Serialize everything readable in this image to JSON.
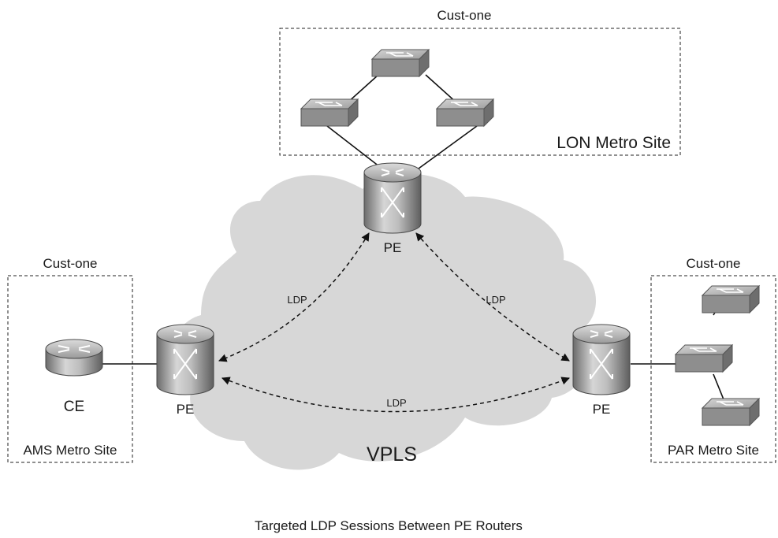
{
  "vpls_label": "VPLS",
  "caption": "Targeted LDP Sessions Between PE Routers",
  "sites": {
    "lon": {
      "customer": "Cust-one",
      "name": "LON Metro Site"
    },
    "ams": {
      "customer": "Cust-one",
      "name": "AMS Metro Site"
    },
    "par": {
      "customer": "Cust-one",
      "name": "PAR Metro Site"
    }
  },
  "devices": {
    "pe_lon": "PE",
    "pe_ams": "PE",
    "pe_par": "PE",
    "ce_ams": "CE"
  },
  "sessions": {
    "lon_ams": "LDP",
    "lon_par": "LDP",
    "ams_par": "LDP"
  }
}
